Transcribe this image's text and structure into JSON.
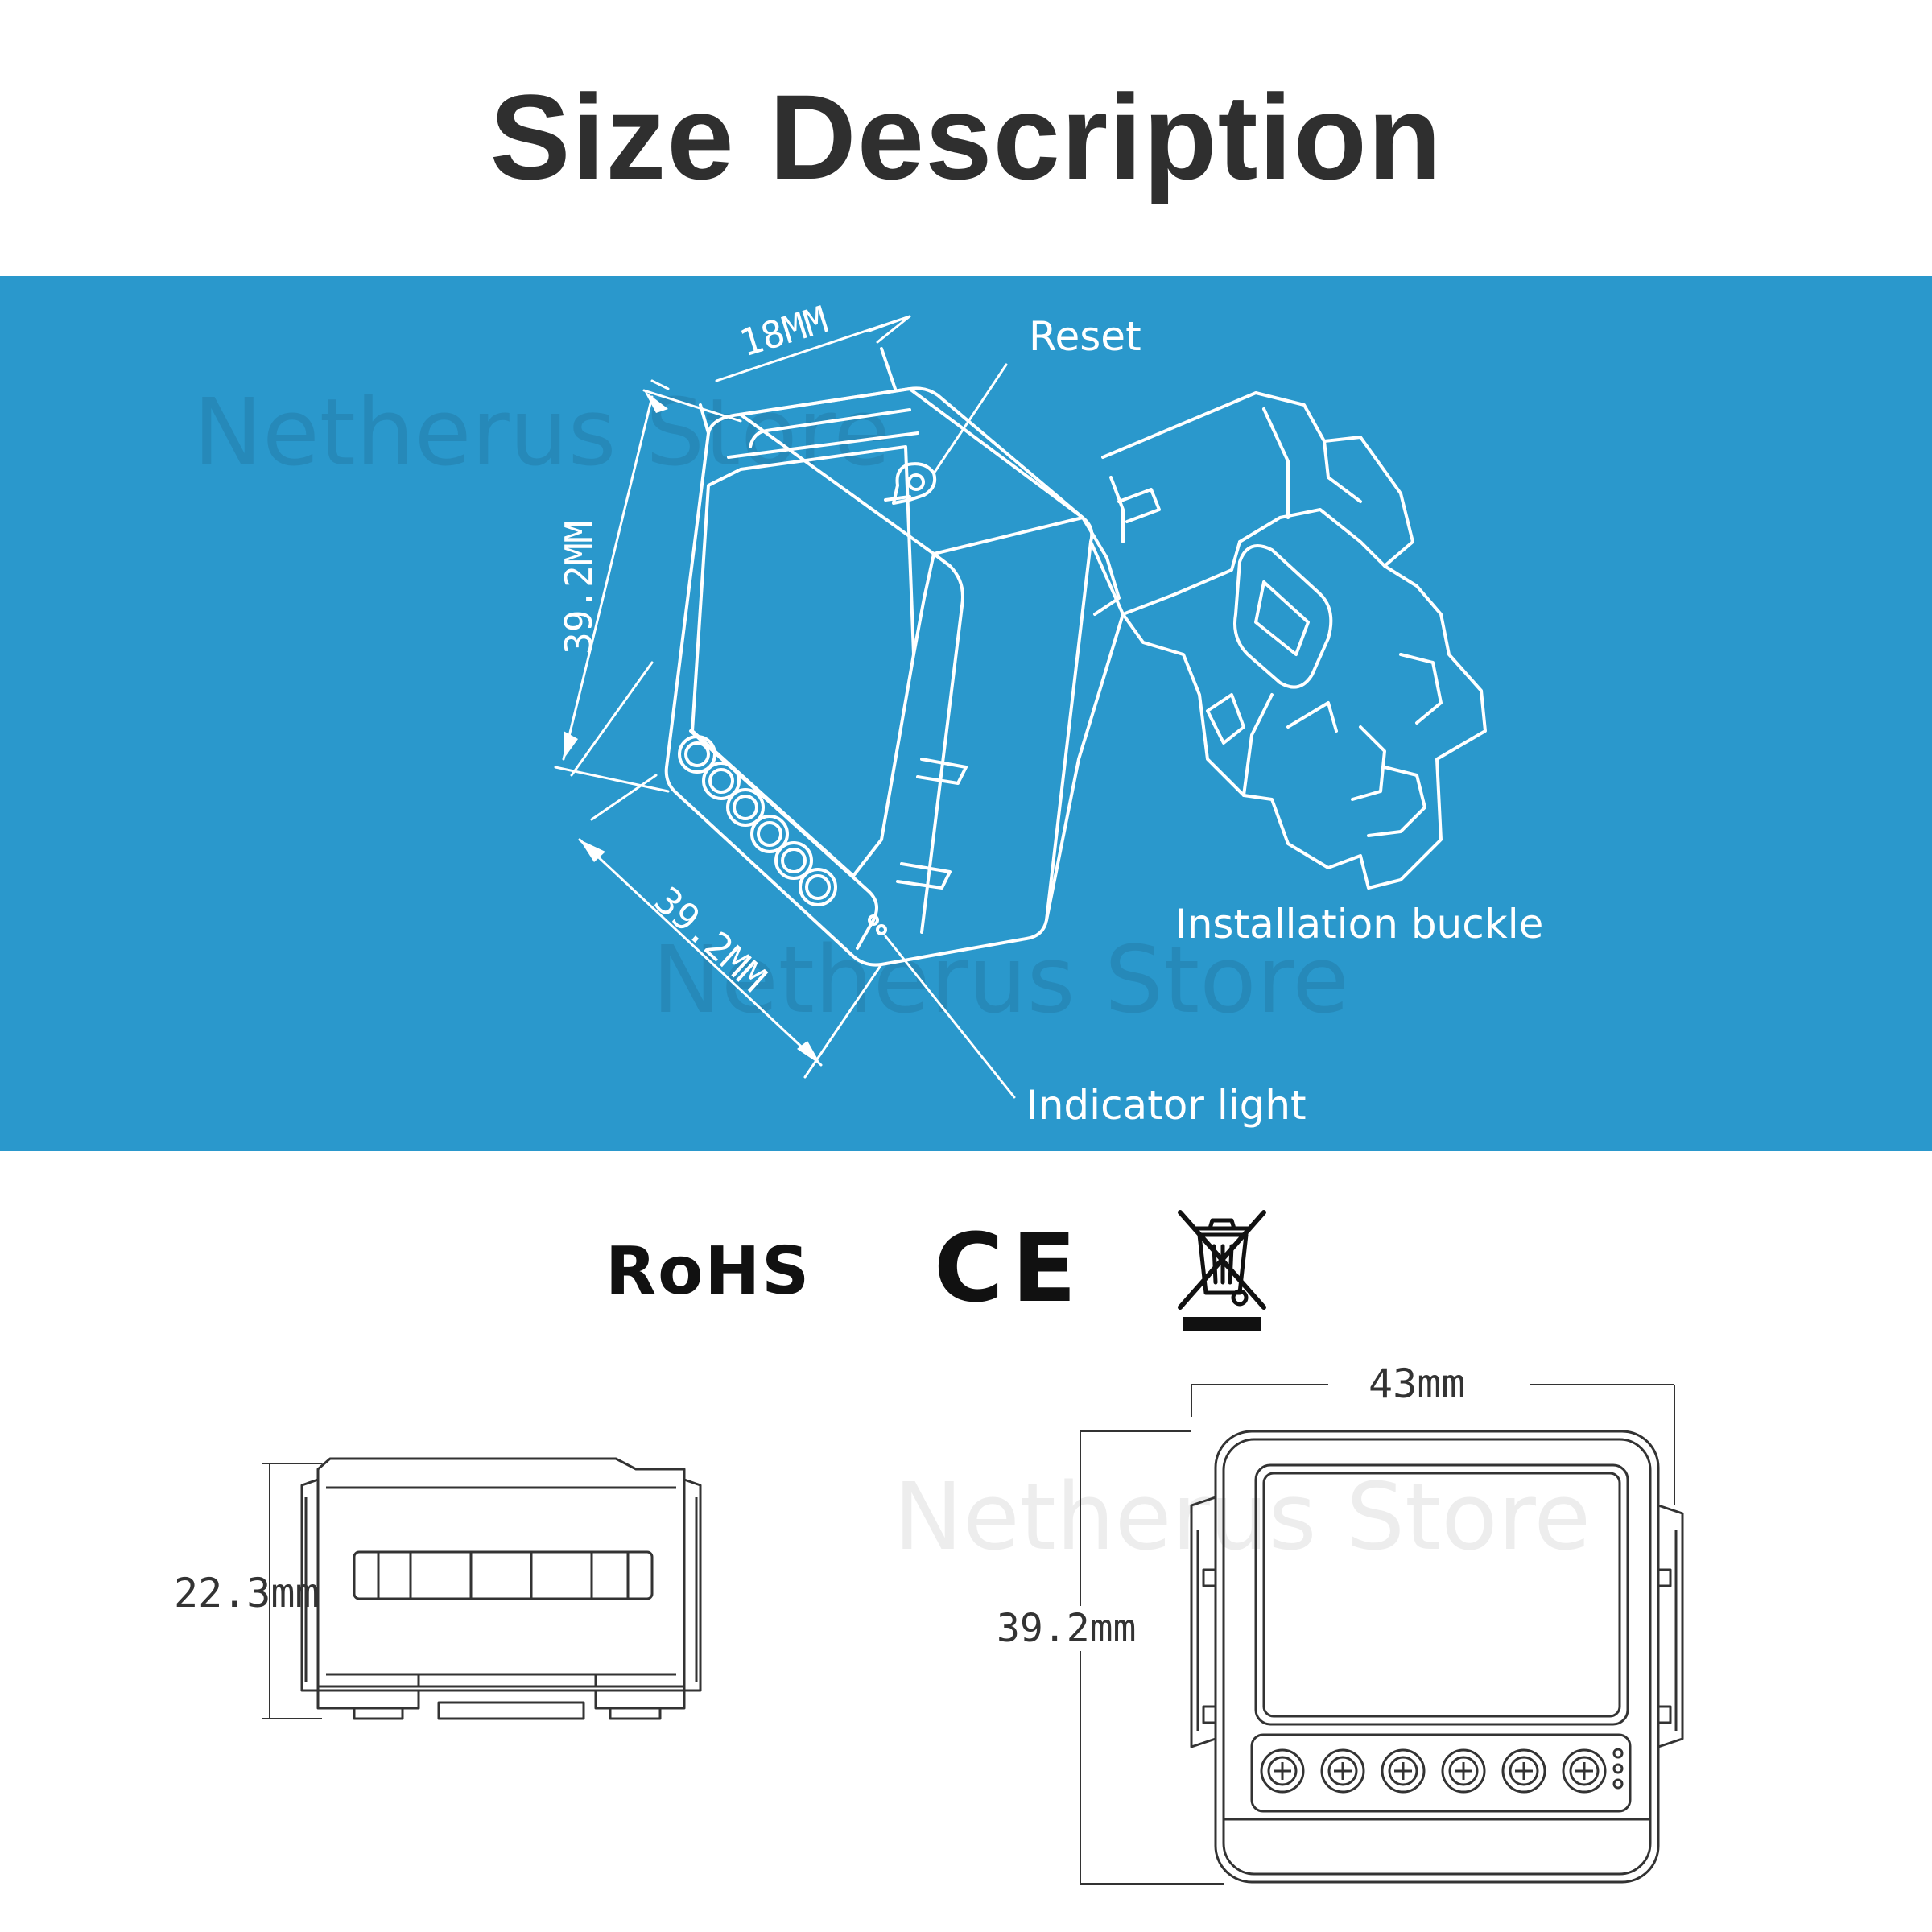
{
  "title": "Size Description",
  "colors": {
    "banner": "#2a98cc",
    "line_light": "#ffffff",
    "line_dark": "#333333"
  },
  "callouts": {
    "reset": "Reset",
    "installation_buckle": "Installation buckle",
    "indicator_light": "Indicator light"
  },
  "isometric_dims": {
    "depth": "18MM",
    "height": "39.2MM",
    "width": "39.2MM"
  },
  "watermark": "Netherus Store",
  "certifications": {
    "rohs": "RoHS",
    "ce": "CE",
    "weee_icon": "crossed-out-wheelie-bin-icon"
  },
  "side_view": {
    "height_label": "22.3mm"
  },
  "front_view": {
    "width_label": "43mm",
    "height_label": "39.2mm"
  }
}
